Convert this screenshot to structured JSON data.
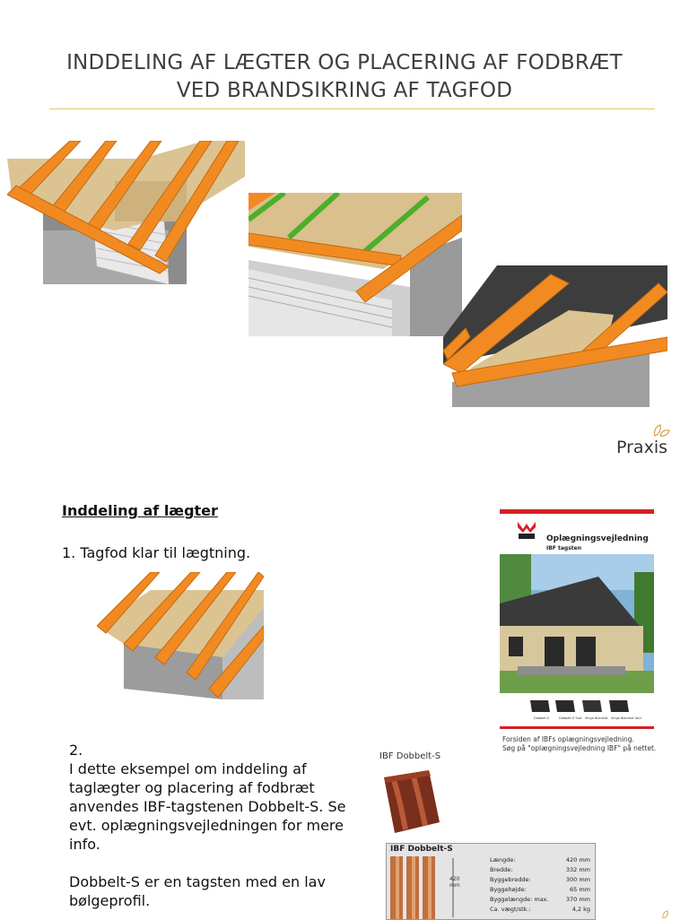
{
  "header": {
    "title_line1": "INDDELING AF LÆGTER OG PLACERING AF FODBRÆT",
    "title_line2": "VED BRANDSIKRING AF TAGFOD"
  },
  "brand": {
    "name": "Praxis"
  },
  "section": {
    "title": "Inddeling af lægter",
    "step1": "1. Tagfod klar til lægtning.",
    "step2": "2.\nI dette eksempel om inddeling af taglægter og placering af fodbræt anvendes IBF-tagstenen Dobbelt-S. Se evt. oplægningsvejledningen for mere info.\n\nDobbelt-S er en tagsten med en lav bølgeprofil."
  },
  "brochure": {
    "logo": "IBF",
    "title": "Oplægningsvejledning",
    "subtitle": "IBF tagsten",
    "tile_names": [
      "Dobbelt-S",
      "Dobbelt-S Sort",
      "Vinge Blanmat",
      "Vinge Blanmat Sort"
    ],
    "caption_line1": "Forsiden af IBFs oplægningsvejledning.",
    "caption_line2": "Søg på \"oplægningsvejledning IBF\" på nettet."
  },
  "product": {
    "label": "IBF Dobbelt-S"
  },
  "spec": {
    "heading": "IBF Dobbelt-S",
    "dimension": "420 mm",
    "rows": [
      {
        "label": "Længde:",
        "value": "420 mm"
      },
      {
        "label": "Bredde:",
        "value": "332 mm"
      },
      {
        "label": "Byggebredde:",
        "value": "300 mm"
      },
      {
        "label": "Byggehøjde:",
        "value": "65 mm"
      },
      {
        "label": "Byggelængde: max.",
        "value": "370 mm"
      },
      {
        "label": "Ca. vægt/stk.:",
        "value": "4,2 kg"
      }
    ]
  },
  "colors": {
    "accent_rule": "#e8c25a",
    "timber": "#f08a24",
    "board": "#d9c08c",
    "green_strip": "#4caf2a"
  }
}
